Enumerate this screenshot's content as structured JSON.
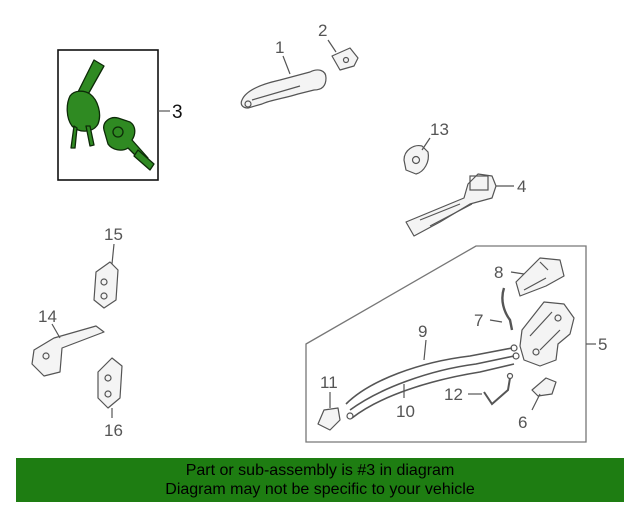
{
  "callouts": {
    "p1": "1",
    "p2": "2",
    "p3": "3",
    "p4": "4",
    "p5": "5",
    "p6": "6",
    "p7": "7",
    "p8": "8",
    "p9": "9",
    "p10": "10",
    "p11": "11",
    "p12": "12",
    "p13": "13",
    "p14": "14",
    "p15": "15",
    "p16": "16"
  },
  "highlight_color": "#2f8a22",
  "banner": {
    "line1": "Part or sub-assembly is #3 in diagram",
    "line2": "Diagram may not be specific to your vehicle",
    "color": "#1e7d12"
  }
}
